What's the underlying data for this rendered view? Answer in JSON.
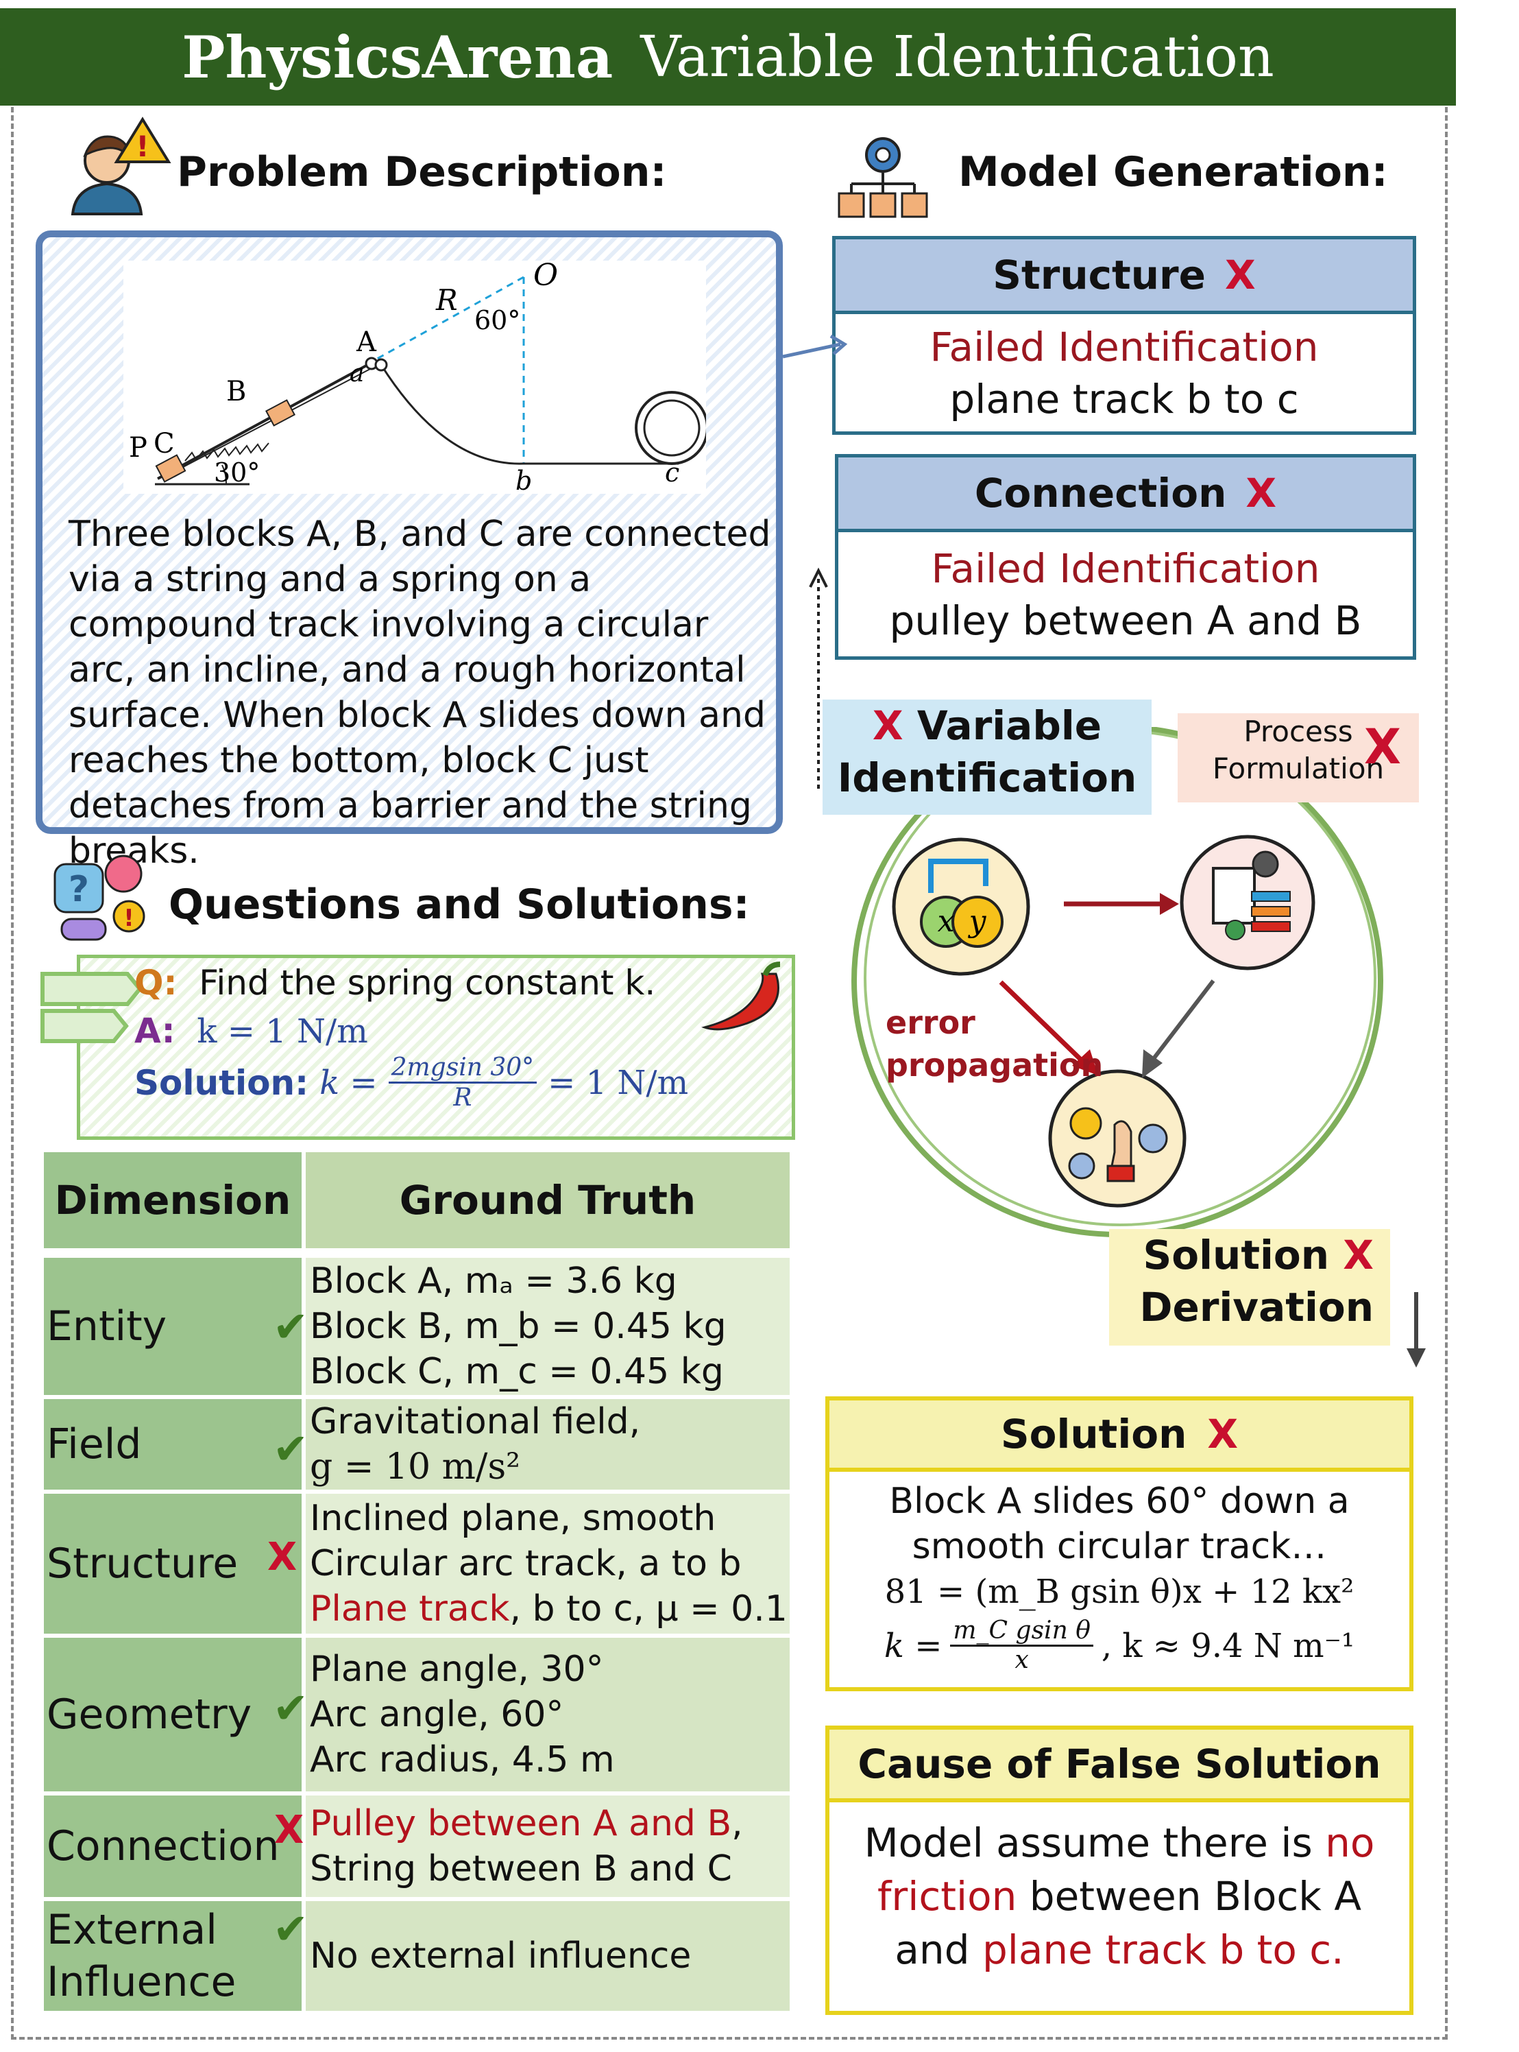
{
  "header": {
    "brand": "PhysicsArena",
    "title": "Variable Identification"
  },
  "problem": {
    "heading": "Problem Description:",
    "diagram_labels": {
      "O": "O",
      "R": "R",
      "angle_top": "60°",
      "A": "A",
      "a": "a",
      "B": "B",
      "P": "P",
      "C": "C",
      "angle_incline": "30°",
      "b": "b",
      "c": "c"
    },
    "text": "Three blocks A, B, and C are connected via a string and a spring on a compound track involving a circular arc, an incline, and a rough horizontal surface. When block A slides down and reaches the bottom, block C just detaches from a barrier and the string breaks."
  },
  "qa": {
    "heading": "Questions and Solutions:",
    "q_label": "Q:",
    "q_text": "Find the spring constant k.",
    "a_label": "A:",
    "a_text": "k = 1  N/m",
    "sol_label": "Solution:",
    "sol_lhs": "k =",
    "sol_num": "2mgsin 30°",
    "sol_den": "R",
    "sol_rhs": "= 1  N/m"
  },
  "table": {
    "col_dimension": "Dimension",
    "col_truth": "Ground Truth",
    "rows": [
      {
        "dim": "Entity",
        "lines": [
          "Block A, mₐ = 3.6 kg",
          "Block B, m_b = 0.45 kg",
          "Block C, m_c = 0.45 kg"
        ]
      },
      {
        "dim": "Field",
        "lines": [
          "Gravitational field,",
          "g  =  10 m/s²"
        ]
      },
      {
        "dim": "Structure",
        "lines": [
          "Inclined plane, smooth",
          "Circular arc track, a to b"
        ],
        "red_part": "Plane track",
        "rest_part": ", b to c, μ  =  0.1"
      },
      {
        "dim": "Geometry",
        "lines": [
          "Plane angle, 30°",
          "Arc angle, 60°",
          "Arc radius, 4.5 m"
        ]
      },
      {
        "dim": "Connection",
        "red_line": "Pulley between A and B",
        "red_suffix": ",",
        "lines": [
          "String between B and C"
        ]
      },
      {
        "dim_line1": "External",
        "dim_line2": "Influence",
        "lines": [
          "No external influence"
        ]
      }
    ]
  },
  "generation": {
    "heading": "Model Generation:",
    "structure": {
      "title": "Structure",
      "status": "Failed Identification",
      "detail": "plane track b to c"
    },
    "connection": {
      "title": "Connection",
      "status": "Failed  Identification",
      "detail": "pulley between A and B"
    }
  },
  "cycle": {
    "variable_identification": [
      "Variable",
      "Identification"
    ],
    "process_formulation": [
      "Process",
      "Formulation"
    ],
    "error_propagation": [
      "error",
      "propagation"
    ],
    "solution_derivation": [
      "Solution",
      "Derivation"
    ]
  },
  "solution": {
    "title": "Solution",
    "line1": "Block A slides 60° down a",
    "line2": "smooth circular track…",
    "eq1": "81 = (m_B gsin θ)x + 12 kx²",
    "eq2_lhs": "k =",
    "eq2_num": "m_C gsin θ",
    "eq2_den": "x",
    "eq2_rhs": ", k ≈ 9.4 N m⁻¹"
  },
  "cause": {
    "title": "Cause of False Solution",
    "p1": "Model assume there is ",
    "r1": "no",
    "r2": "friction",
    "p2": " between Block A",
    "p3": "and ",
    "r3": "plane track b to c",
    "p4": "."
  },
  "marks": {
    "x": "X",
    "check": "✔"
  }
}
